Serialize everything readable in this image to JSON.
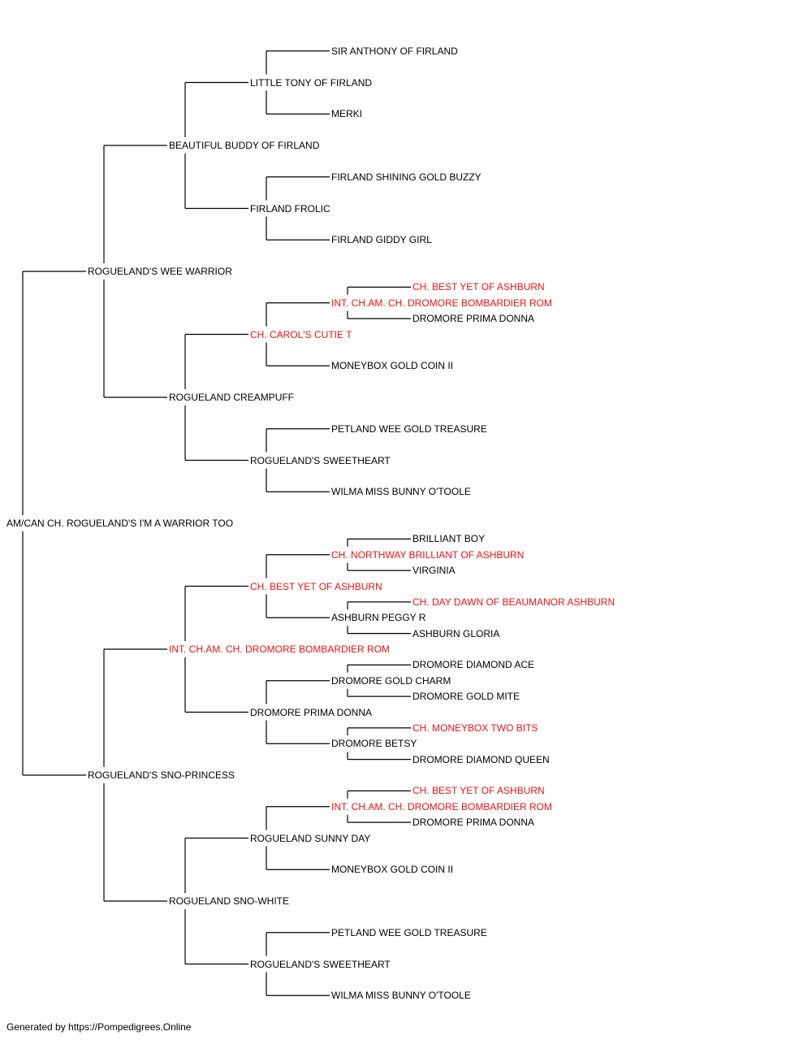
{
  "colors": {
    "champion": "#ee1111",
    "normal": "#000000",
    "line": "#000000",
    "background": "#ffffff"
  },
  "pedigree": {
    "name": "AM/CAN CH. ROGUELAND'S I'M A WARRIOR TOO",
    "sire": {
      "name": "ROGUELAND'S WEE WARRIOR",
      "sire": {
        "name": "BEAUTIFUL BUDDY OF FIRLAND",
        "sire": {
          "name": "LITTLE TONY OF FIRLAND",
          "sire": {
            "name": "SIR ANTHONY OF FIRLAND"
          },
          "dam": {
            "name": "MERKI"
          }
        },
        "dam": {
          "name": "FIRLAND FROLIC",
          "sire": {
            "name": "FIRLAND SHINING GOLD BUZZY"
          },
          "dam": {
            "name": "FIRLAND GIDDY GIRL"
          }
        }
      },
      "dam": {
        "name": "ROGUELAND CREAMPUFF",
        "sire": {
          "name": "CH. CAROL'S CUTIE T",
          "champion": true,
          "sire": {
            "name": "INT. CH.AM. CH. DROMORE BOMBARDIER ROM",
            "champion": true,
            "sire": {
              "name": "CH. BEST YET OF ASHBURN",
              "champion": true
            },
            "dam": {
              "name": "DROMORE PRIMA DONNA"
            }
          },
          "dam": {
            "name": "MONEYBOX GOLD COIN II"
          }
        },
        "dam": {
          "name": "ROGUELAND'S SWEETHEART",
          "sire": {
            "name": "PETLAND WEE GOLD TREASURE"
          },
          "dam": {
            "name": "WILMA MISS BUNNY O'TOOLE"
          }
        }
      }
    },
    "dam": {
      "name": "ROGUELAND'S SNO-PRINCESS",
      "sire": {
        "name": "INT. CH.AM. CH. DROMORE BOMBARDIER ROM",
        "champion": true,
        "sire": {
          "name": "CH. BEST YET OF ASHBURN",
          "champion": true,
          "sire": {
            "name": "CH. NORTHWAY BRILLIANT OF ASHBURN",
            "champion": true,
            "sire": {
              "name": "BRILLIANT BOY"
            },
            "dam": {
              "name": "VIRGINIA"
            }
          },
          "dam": {
            "name": "ASHBURN PEGGY R",
            "sire": {
              "name": "CH. DAY DAWN OF BEAUMANOR ASHBURN",
              "champion": true
            },
            "dam": {
              "name": "ASHBURN GLORIA"
            }
          }
        },
        "dam": {
          "name": "DROMORE PRIMA DONNA",
          "sire": {
            "name": "DROMORE GOLD CHARM",
            "sire": {
              "name": "DROMORE DIAMOND ACE"
            },
            "dam": {
              "name": "DROMORE GOLD MITE"
            }
          },
          "dam": {
            "name": "DROMORE BETSY",
            "sire": {
              "name": "CH. MONEYBOX TWO BITS",
              "champion": true
            },
            "dam": {
              "name": "DROMORE DIAMOND QUEEN"
            }
          }
        }
      },
      "dam": {
        "name": "ROGUELAND SNO-WHITE",
        "sire": {
          "name": "ROGUELAND SUNNY DAY",
          "sire": {
            "name": "INT. CH.AM. CH. DROMORE BOMBARDIER ROM",
            "champion": true,
            "sire": {
              "name": "CH. BEST YET OF ASHBURN",
              "champion": true
            },
            "dam": {
              "name": "DROMORE PRIMA DONNA"
            }
          },
          "dam": {
            "name": "MONEYBOX GOLD COIN II"
          }
        },
        "dam": {
          "name": "ROGUELAND'S SWEETHEART",
          "sire": {
            "name": "PETLAND WEE GOLD TREASURE"
          },
          "dam": {
            "name": "WILMA MISS BUNNY O'TOOLE"
          }
        }
      }
    }
  },
  "footer": "Generated by https://Pompedigrees.Online"
}
